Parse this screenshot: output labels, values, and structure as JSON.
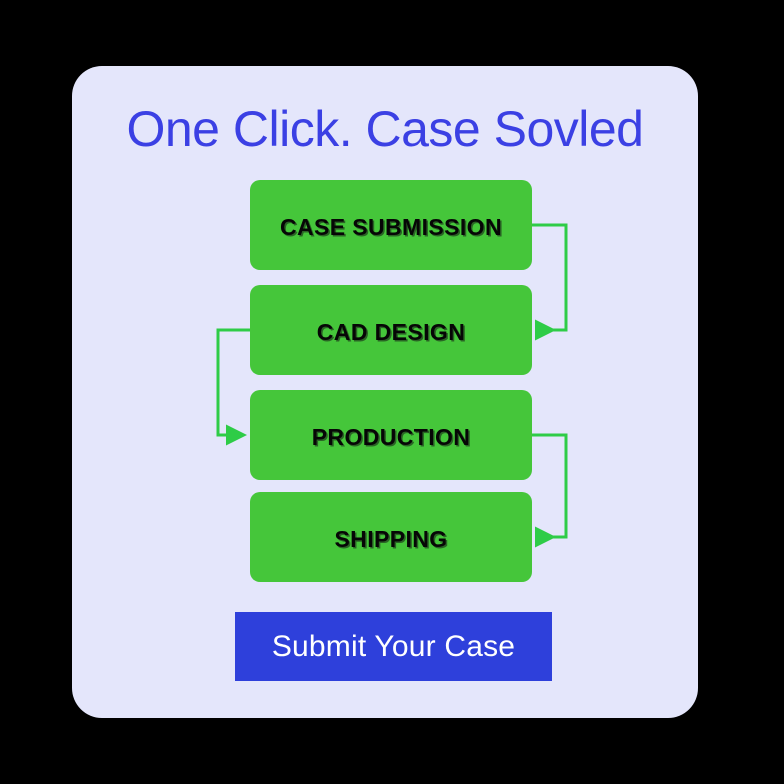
{
  "page": {
    "background_color": "#000000"
  },
  "card": {
    "background_color": "#E4E6FB",
    "title": "One Click. Case Sovled",
    "title_color": "#3B40E4"
  },
  "flow": {
    "node_fill_color": "#45C63A",
    "node_text_color": "#060606",
    "connector_color": "#2ECC47",
    "nodes": [
      {
        "label": "CASE SUBMISSION"
      },
      {
        "label": "CAD DESIGN"
      },
      {
        "label": "PRODUCTION"
      },
      {
        "label": "SHIPPING"
      }
    ],
    "connectors": [
      {
        "from": "CASE SUBMISSION",
        "to": "CAD DESIGN",
        "side": "right"
      },
      {
        "from": "CAD DESIGN",
        "to": "PRODUCTION",
        "side": "left"
      },
      {
        "from": "PRODUCTION",
        "to": "SHIPPING",
        "side": "right"
      }
    ]
  },
  "submit": {
    "label": "Submit Your Case",
    "background_color": "#2E40DB",
    "text_color": "#FFFFFF"
  }
}
